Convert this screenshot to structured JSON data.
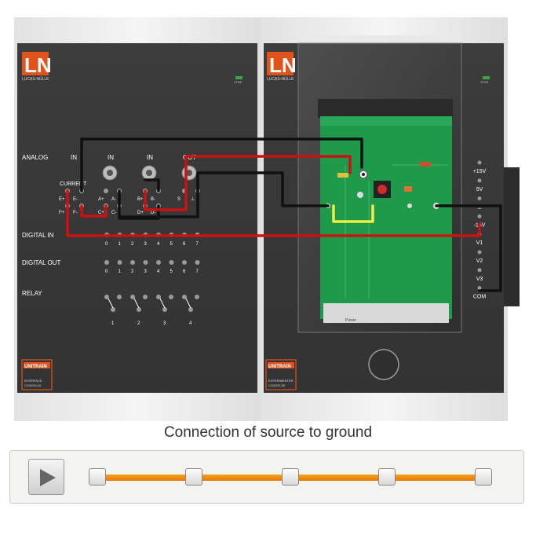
{
  "left_module": {
    "logo_text": "LN",
    "brand_small": "LUCAS-NÜLLE",
    "badge_title": "UNITRAIN",
    "badge_line1": "INTERFACE",
    "badge_line2": "CO4203-2A",
    "analog_label": "ANALOG",
    "in_label": "IN",
    "in1_label": "IN",
    "in2_label": "IN",
    "out_label": "OUT",
    "current_label": "CURRENT",
    "digital_in_label": "DIGITAL IN",
    "digital_out_label": "DIGITAL OUT",
    "relay_label": "RELAY",
    "jack_e_plus": "E+",
    "jack_e_minus": "E-",
    "jack_f_plus": "F+",
    "jack_f_minus": "F-",
    "jack_a_plus": "A+",
    "jack_a_minus": "A-",
    "jack_c_plus": "C+",
    "jack_c_minus": "C-",
    "jack_b_plus": "B+",
    "jack_b_minus": "B-",
    "jack_d_plus": "D+",
    "jack_d_minus": "D-",
    "jack_s": "S",
    "jack_gnd": "⊥",
    "digit_labels": [
      "0",
      "1",
      "2",
      "3",
      "4",
      "5",
      "6",
      "7"
    ],
    "relay_labels": [
      "1",
      "2",
      "3",
      "4"
    ],
    "led_label": "STBE"
  },
  "right_module": {
    "logo_text": "LN",
    "brand_small": "LUCAS-NÜLLE",
    "badge_title": "UNITRAIN",
    "badge_line1": "EXPERIMENTER",
    "badge_line2": "CO4203-2B",
    "led_label": "STBE",
    "rail_labels": [
      "+15V",
      "5V",
      "⊥",
      "-15V",
      "V1",
      "V2",
      "V3",
      "COM"
    ],
    "card_bottom_label": "Power"
  },
  "caption": "Connection of source to ground",
  "player": {
    "play_state": "paused",
    "step_count": 5
  },
  "colors": {
    "panel": "#3a3a3a",
    "wire_black": "#111111",
    "wire_red": "#cc1111",
    "wire_yellow": "#eeee44",
    "track": "#f08c10"
  }
}
